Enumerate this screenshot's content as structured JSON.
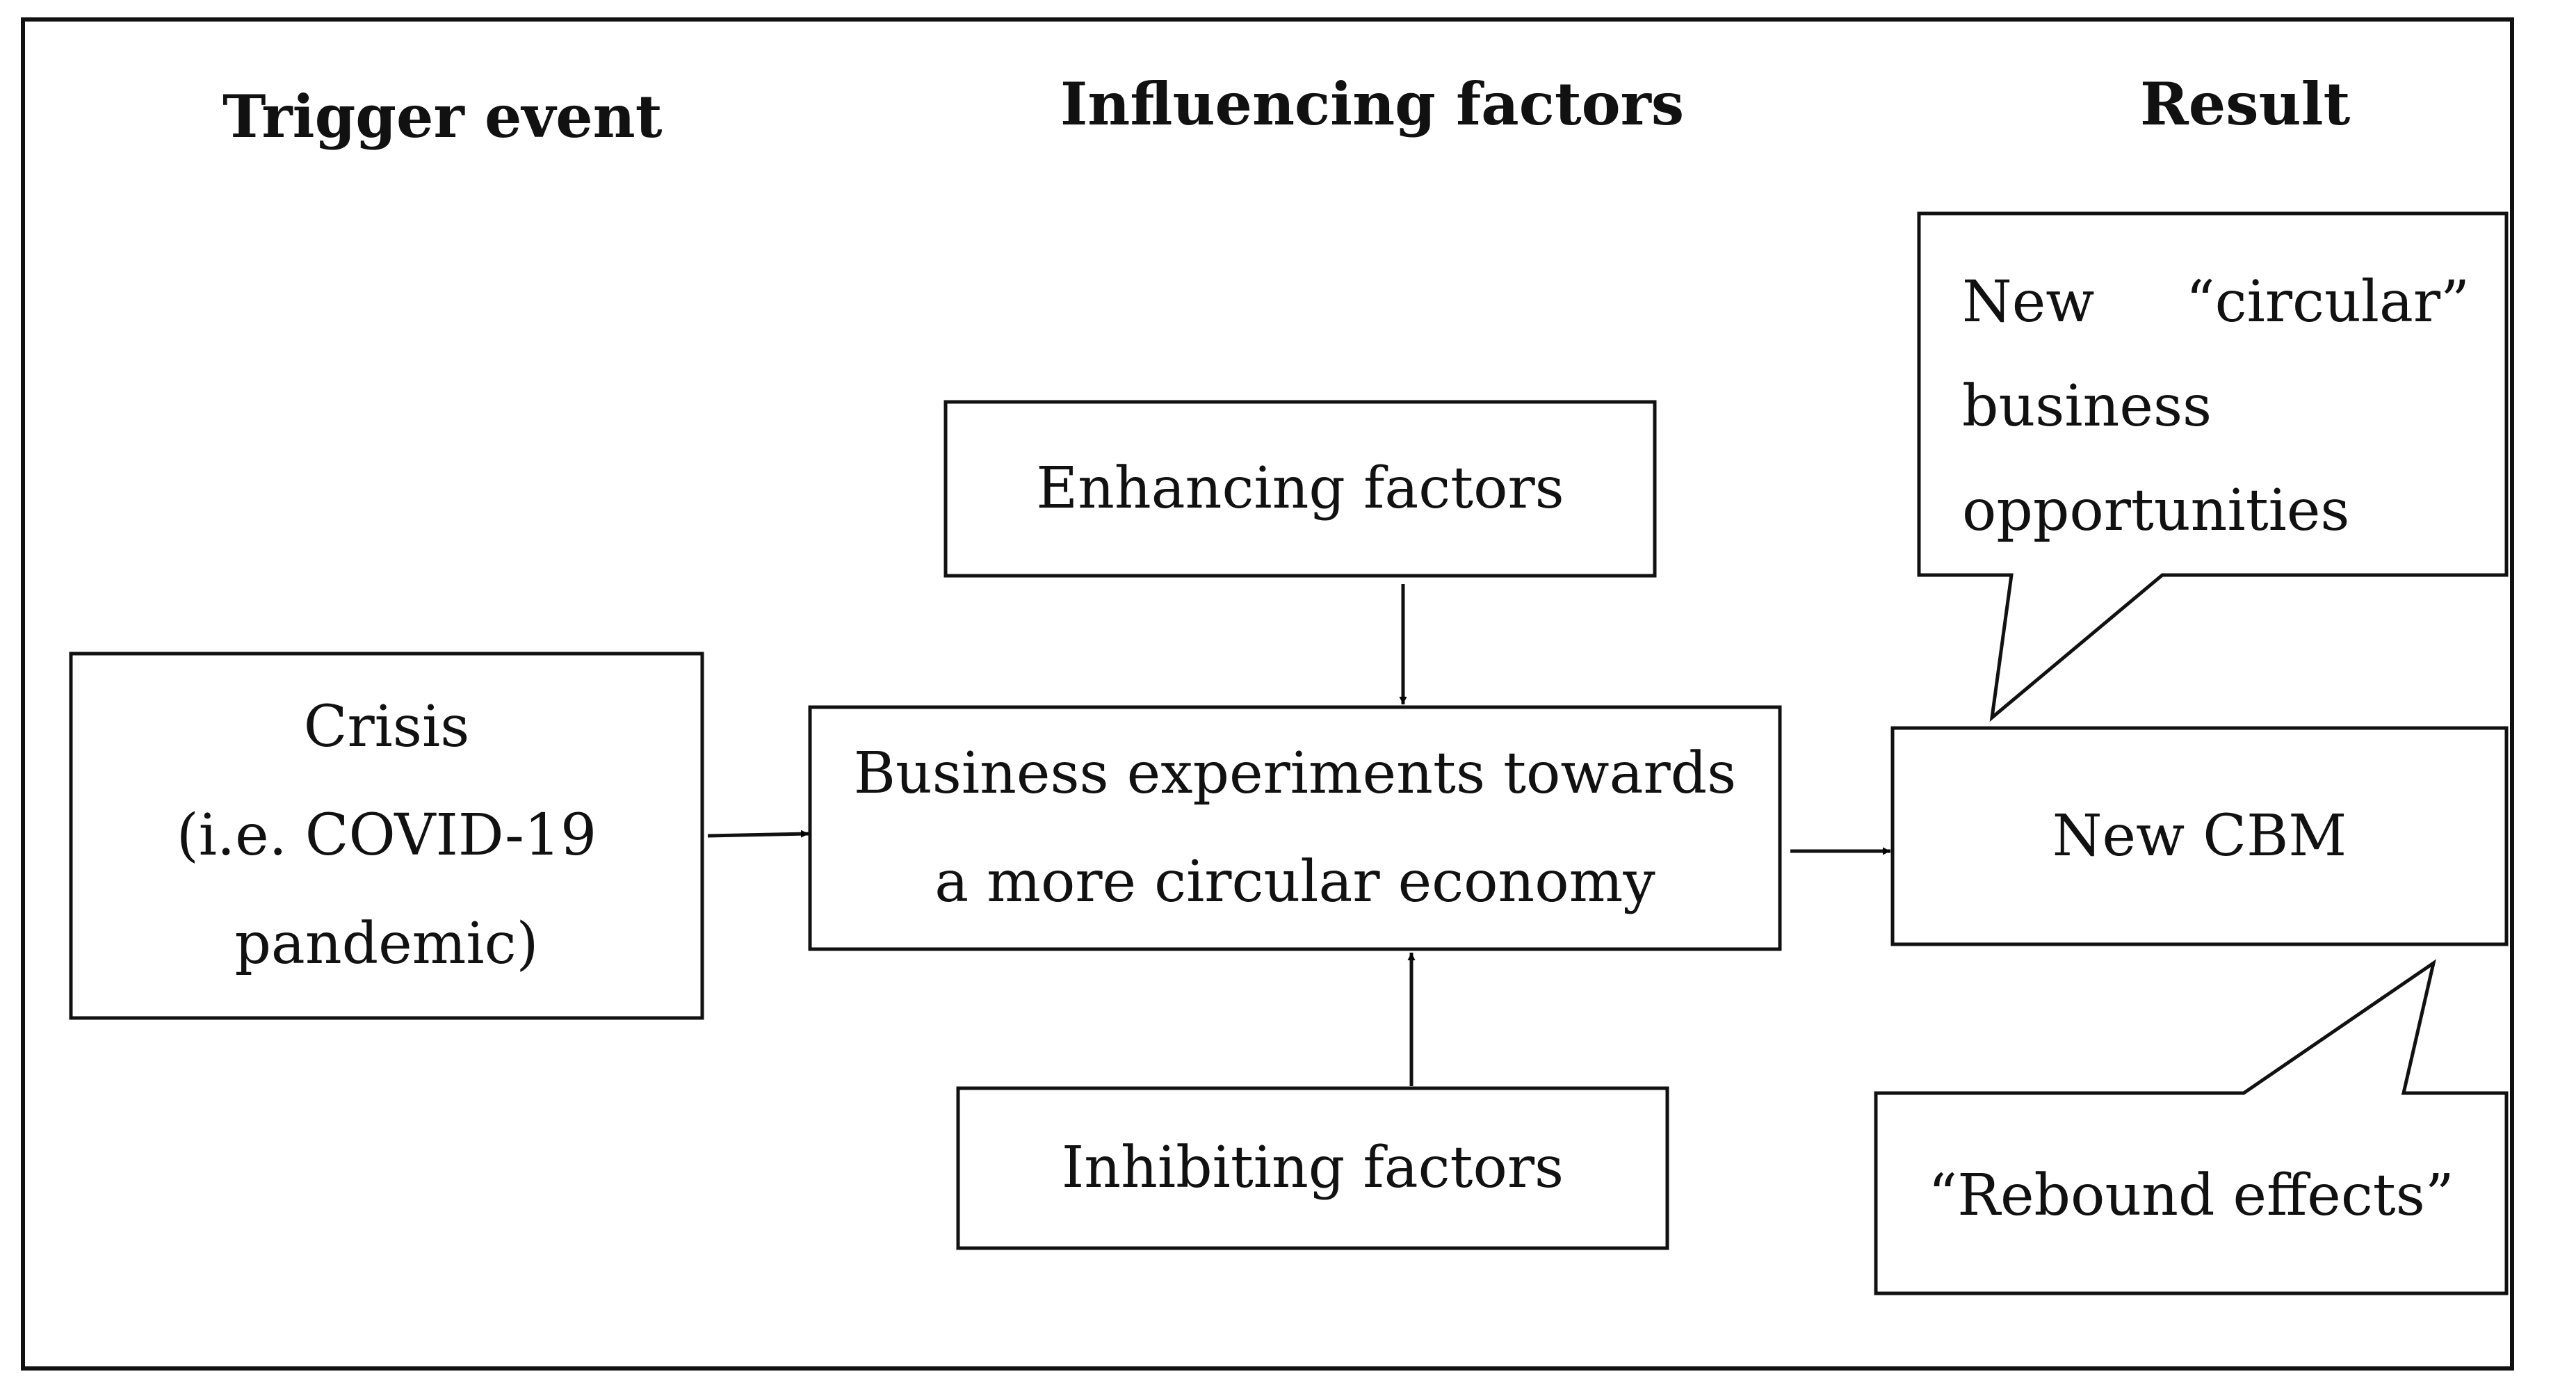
{
  "headers": {
    "trigger": "Trigger event",
    "influencing": "Influencing factors",
    "result": "Result"
  },
  "boxes": {
    "crisis": [
      "Crisis",
      "(i.e. COVID-19",
      "pandemic)"
    ],
    "enhancing": "Enhancing factors",
    "business": [
      "Business experiments towards",
      "a more circular economy"
    ],
    "inhibiting": "Inhibiting factors",
    "new_cbm": "New CBM"
  },
  "callouts": {
    "opportunities": [
      "New",
      "“circular”",
      "business",
      "opportunities"
    ],
    "rebound": "“Rebound effects”"
  }
}
